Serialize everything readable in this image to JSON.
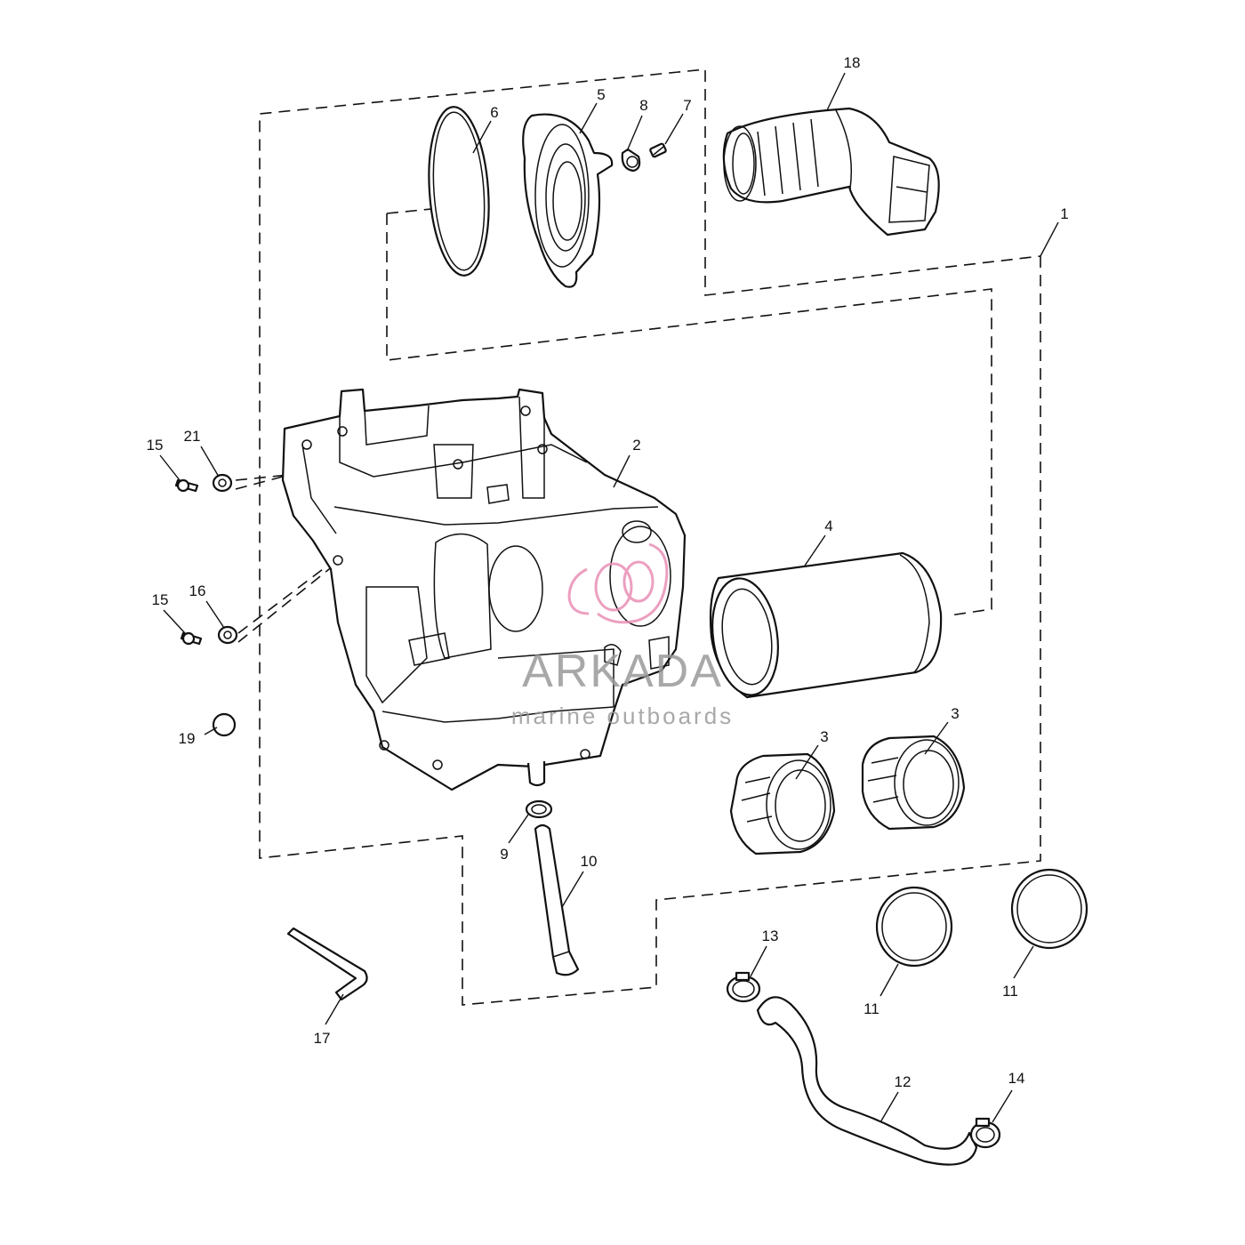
{
  "callouts": {
    "c1": "1",
    "c2": "2",
    "c3a": "3",
    "c3b": "3",
    "c4": "4",
    "c5": "5",
    "c6": "6",
    "c7": "7",
    "c8": "8",
    "c9": "9",
    "c10": "10",
    "c11a": "11",
    "c11b": "11",
    "c12": "12",
    "c13": "13",
    "c14": "14",
    "c15a": "15",
    "c15b": "15",
    "c16": "16",
    "c17": "17",
    "c18": "18",
    "c19": "19",
    "c21": "21"
  },
  "watermark": {
    "brand": "ARKADA",
    "tagline": "marine outboards",
    "logo_color": "#e98fb6",
    "text_color": "#9a9a9a"
  },
  "colors": {
    "line": "#111111",
    "background": "#ffffff"
  }
}
